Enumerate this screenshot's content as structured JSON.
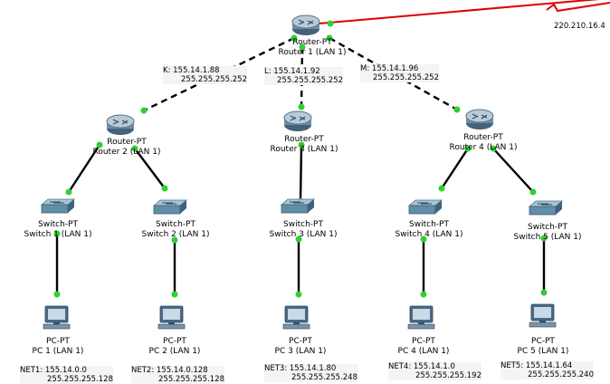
{
  "diagram": {
    "colors": {
      "router_body": "#6f8fa8",
      "switch_body": "#5f8fa8",
      "pc_body": "#4a6a86",
      "link": "#000000",
      "wan_link": "#e00000",
      "port_dot": "#2fd12f",
      "note_bg": "#f4f4f4"
    },
    "external": {
      "label": "220.210.16.4"
    },
    "devices": [
      {
        "id": "r1",
        "type": "router",
        "line1": "Router-PT",
        "line2": "Router 1 (LAN 1)"
      },
      {
        "id": "r2",
        "type": "router",
        "line1": "Router-PT",
        "line2": "Router 2 (LAN 1)"
      },
      {
        "id": "r3",
        "type": "router",
        "line1": "Router-PT",
        "line2": "Router 3 (LAN 1)"
      },
      {
        "id": "r4",
        "type": "router",
        "line1": "Router-PT",
        "line2": "Router 4 (LAN 1)"
      },
      {
        "id": "s1",
        "type": "switch",
        "line1": "Switch-PT",
        "line2": "Switch 1 (LAN 1)"
      },
      {
        "id": "s2",
        "type": "switch",
        "line1": "Switch-PT",
        "line2": "Switch 2 (LAN 1)"
      },
      {
        "id": "s3",
        "type": "switch",
        "line1": "Switch-PT",
        "line2": "Switch 3 (LAN 1)"
      },
      {
        "id": "s4",
        "type": "switch",
        "line1": "Switch-PT",
        "line2": "Switch 4 (LAN 1)"
      },
      {
        "id": "s5",
        "type": "switch",
        "line1": "Switch-PT",
        "line2": "Switch 5 (LAN 1)"
      },
      {
        "id": "pc1",
        "type": "pc",
        "line1": "PC-PT",
        "line2": "PC 1 (LAN 1)"
      },
      {
        "id": "pc2",
        "type": "pc",
        "line1": "PC-PT",
        "line2": "PC 2 (LAN 1)"
      },
      {
        "id": "pc3",
        "type": "pc",
        "line1": "PC-PT",
        "line2": "PC 3 (LAN 1)"
      },
      {
        "id": "pc4",
        "type": "pc",
        "line1": "PC-PT",
        "line2": "PC 4 (LAN 1)"
      },
      {
        "id": "pc5",
        "type": "pc",
        "line1": "PC-PT",
        "line2": "PC 5 (LAN 1)"
      }
    ],
    "links": [
      {
        "from": "r1",
        "to": "r2",
        "style": "dashed"
      },
      {
        "from": "r1",
        "to": "r3",
        "style": "dashed"
      },
      {
        "from": "r1",
        "to": "r4",
        "style": "dashed"
      },
      {
        "from": "r2",
        "to": "s1",
        "style": "solid"
      },
      {
        "from": "r2",
        "to": "s2",
        "style": "solid"
      },
      {
        "from": "r3",
        "to": "s3",
        "style": "solid"
      },
      {
        "from": "r4",
        "to": "s4",
        "style": "solid"
      },
      {
        "from": "r4",
        "to": "s5",
        "style": "solid"
      },
      {
        "from": "s1",
        "to": "pc1",
        "style": "solid"
      },
      {
        "from": "s2",
        "to": "pc2",
        "style": "solid"
      },
      {
        "from": "s3",
        "to": "pc3",
        "style": "solid"
      },
      {
        "from": "s4",
        "to": "pc4",
        "style": "solid"
      },
      {
        "from": "s5",
        "to": "pc5",
        "style": "solid"
      }
    ],
    "notes": [
      {
        "id": "k",
        "line1": "K: 155.14.1.88",
        "line2": "255.255.255.252"
      },
      {
        "id": "l",
        "line1": "L: 155.14.1.92",
        "line2": "255.255.255.252"
      },
      {
        "id": "m",
        "line1": "M: 155.14.1.96",
        "line2": "255.255.255.252"
      },
      {
        "id": "net1",
        "line1": "NET1: 155.14.0.0",
        "line2": "255.255.255.128"
      },
      {
        "id": "net2",
        "line1": "NET2: 155.14.0.128",
        "line2": "255.255.255.128"
      },
      {
        "id": "net3",
        "line1": "NET3: 155.14.1.80",
        "line2": "255.255.255.248"
      },
      {
        "id": "net4",
        "line1": "NET4: 155.14.1.0",
        "line2": "255.255.255.192"
      },
      {
        "id": "net5",
        "line1": "NET5: 155.14.1.64",
        "line2": "255.255.255.240"
      }
    ]
  }
}
